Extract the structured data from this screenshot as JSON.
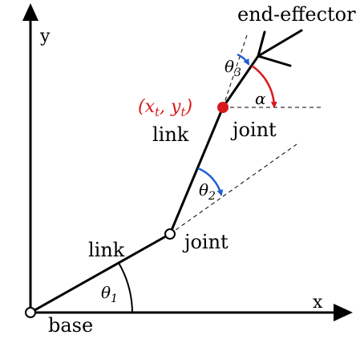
{
  "labels": {
    "end_effector": "end-effector",
    "y_axis": "y",
    "x_axis": "x",
    "theta3": "θ",
    "theta3_sub": "3",
    "point": "(x",
    "point_sub_t1": "t",
    "point_mid": ", y",
    "point_sub_t2": "t",
    "point_close": ")",
    "alpha": "α",
    "joint_upper": "joint",
    "link_upper": "link",
    "theta2": "θ",
    "theta2_sub": "2",
    "joint_lower": "joint",
    "link_lower": "link",
    "theta1": "θ",
    "theta1_sub": "1",
    "base": "base"
  },
  "colors": {
    "ink": "#000000",
    "accent": "#d7191c",
    "angle_arc_blue": "#1f5fd6"
  }
}
